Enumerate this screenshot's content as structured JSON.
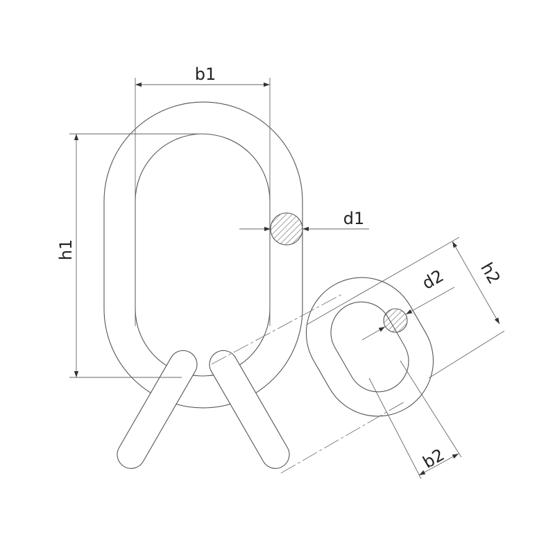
{
  "labels": {
    "b1": "b1",
    "h1": "h1",
    "d1": "d1",
    "d2": "d2",
    "h2": "h2",
    "b2": "b2"
  },
  "colors": {
    "line": "#555555",
    "thin_line": "#666666",
    "text": "#222222",
    "background": "#ffffff"
  }
}
